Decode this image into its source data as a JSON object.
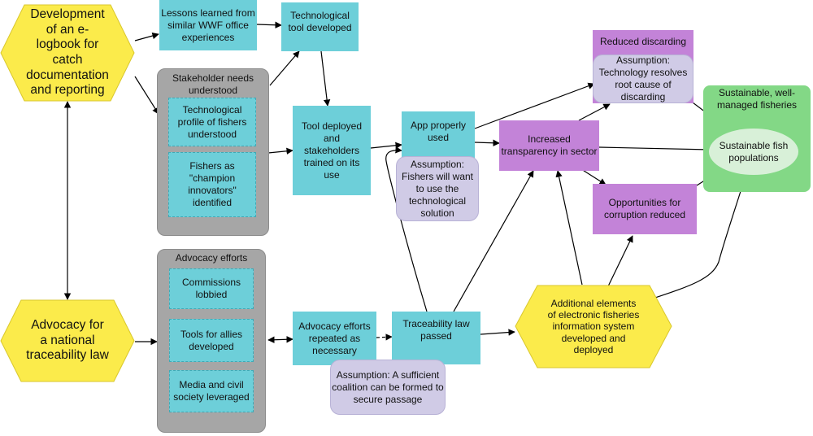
{
  "nodes": {
    "elogbook": "Development of an e-logbook for catch documentation and reporting",
    "advocacy_law": "Advocacy for a national traceability law",
    "lessons": "Lessons learned from similar WWF office experiences",
    "tool_developed": "Technological tool developed",
    "stakeholder_group": "Stakeholder needs understood",
    "tech_profile": "Technological profile of fishers understood",
    "champion": "Fishers as \"champion innovators\" identified",
    "deployed": "Tool deployed and stakeholders trained on its use",
    "app_used": "App properly used",
    "assumption_fishers": "Assumption: Fishers will want to use the technological solution",
    "transparency": "Increased transparency in sector",
    "reduced_discarding": "Reduced discarding",
    "assumption_tech": "Assumption: Technology resolves root cause of discarding",
    "sustainable_group": "Sustainable, well-managed fisheries",
    "fish_pop": "Sustainable fish populations",
    "corruption": "Opportunities for corruption reduced",
    "advocacy_group": "Advocacy efforts",
    "commissions": "Commissions lobbied",
    "tools_allies": "Tools for allies developed",
    "media": "Media and civil society leveraged",
    "repeated": "Advocacy efforts repeated as necessary",
    "law_passed": "Traceability law passed",
    "assumption_coalition": "Assumption: A sufficient coalition can be formed to secure passage",
    "additional": "Additional elements of electronic fisheries information system developed and deployed"
  },
  "colors": {
    "teal": "#6dcfd9",
    "purple": "#c383d8",
    "lavender": "#d0cbe6",
    "gray_group": "#a6a6a6",
    "green_group": "#83d886",
    "yellow_hexagon": "#fbeb4b"
  }
}
